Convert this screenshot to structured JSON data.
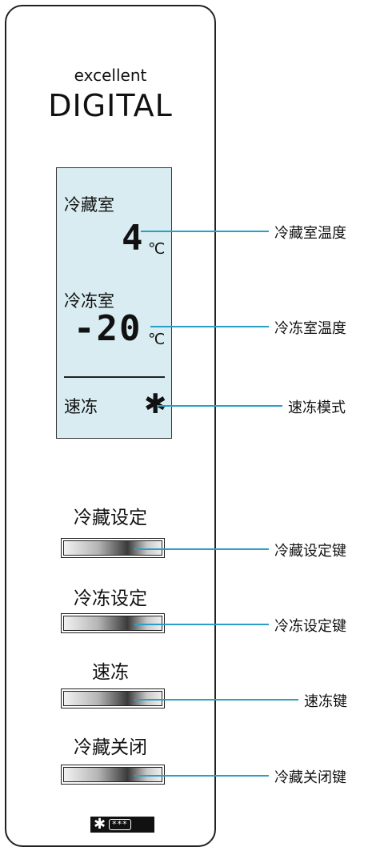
{
  "brand": {
    "small": "excellent",
    "large": "DIGITAL"
  },
  "display": {
    "fridge_label": "冷藏室",
    "fridge_temp": "4",
    "freezer_label": "冷冻室",
    "freezer_temp": "-20",
    "unit": "℃",
    "quick_freeze_label": "速冻",
    "snow_symbol": "✱"
  },
  "buttons": [
    {
      "label": "冷藏设定"
    },
    {
      "label": "冷冻设定"
    },
    {
      "label": "速冻"
    },
    {
      "label": "冷藏关闭"
    }
  ],
  "callouts": {
    "fridge_temp": "冷藏室温度",
    "freezer_temp": "冷冻室温度",
    "quick_freeze_mode": "速冻模式",
    "fridge_set_key": "冷藏设定键",
    "freezer_set_key": "冷冻设定键",
    "quick_freeze_key": "速冻键",
    "fridge_off_key": "冷藏关闭键"
  },
  "badge": {
    "symbol": "✱",
    "stars": "***"
  },
  "colors": {
    "lcd_background": "#d8ecf1",
    "leader_line": "#2a9ec5"
  }
}
